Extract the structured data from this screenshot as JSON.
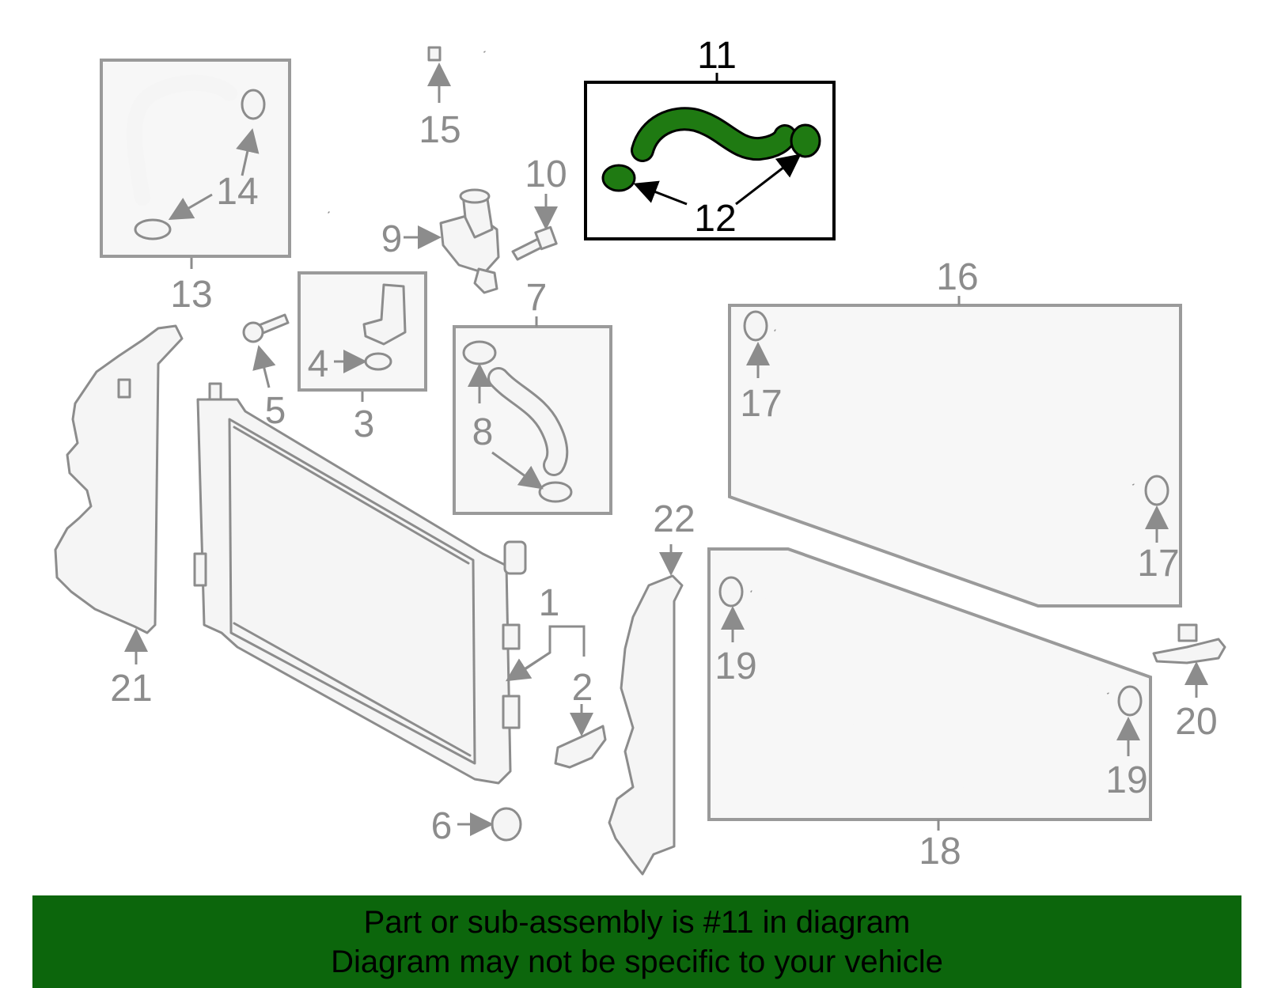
{
  "diagram": {
    "highlight_color": "#1f7a12",
    "callouts": {
      "c1": "1",
      "c2": "2",
      "c3": "3",
      "c4": "4",
      "c5": "5",
      "c6": "6",
      "c7": "7",
      "c8": "8",
      "c9": "9",
      "c10": "10",
      "c11": "11",
      "c12": "12",
      "c13": "13",
      "c14": "14",
      "c15": "15",
      "c16": "16",
      "c17a": "17",
      "c17b": "17",
      "c18": "18",
      "c19a": "19",
      "c19b": "19",
      "c20": "20",
      "c21": "21",
      "c22": "22"
    }
  },
  "banner": {
    "background": "#0c660c",
    "line1": "Part or sub-assembly is #11 in diagram",
    "line2": "Diagram may not be specific to your vehicle"
  }
}
